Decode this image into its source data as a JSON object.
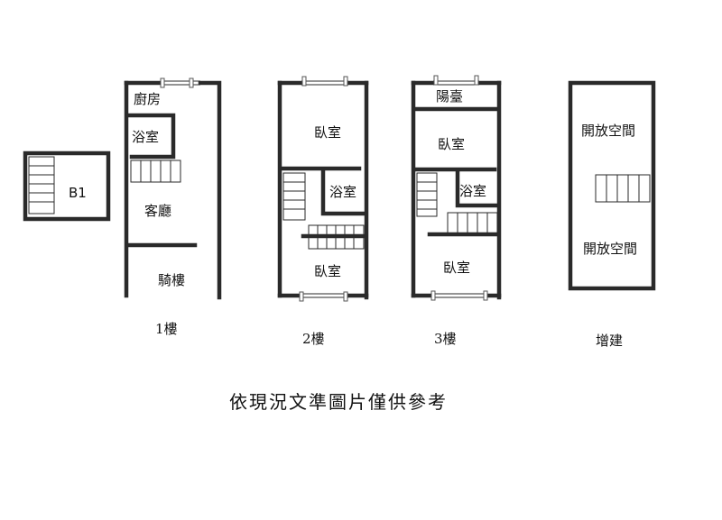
{
  "plan": {
    "basement": {
      "label": "B1"
    },
    "floor1": {
      "level": "1樓",
      "rooms": {
        "kitchen": "廚房",
        "bath": "浴室",
        "living": "客廳",
        "arcade": "騎樓"
      }
    },
    "floor2": {
      "level": "2樓",
      "rooms": {
        "bed_top": "臥室",
        "bath": "浴室",
        "bed_bottom": "臥室"
      }
    },
    "floor3": {
      "level": "3樓",
      "rooms": {
        "balcony": "陽臺",
        "bed_top": "臥室",
        "bath": "浴室",
        "bed_bottom": "臥室"
      }
    },
    "addition": {
      "level": "增建",
      "rooms": {
        "open_top": "開放空間",
        "open_bottom": "開放空間"
      }
    },
    "caption": "依現況文準圖片僅供參考"
  }
}
